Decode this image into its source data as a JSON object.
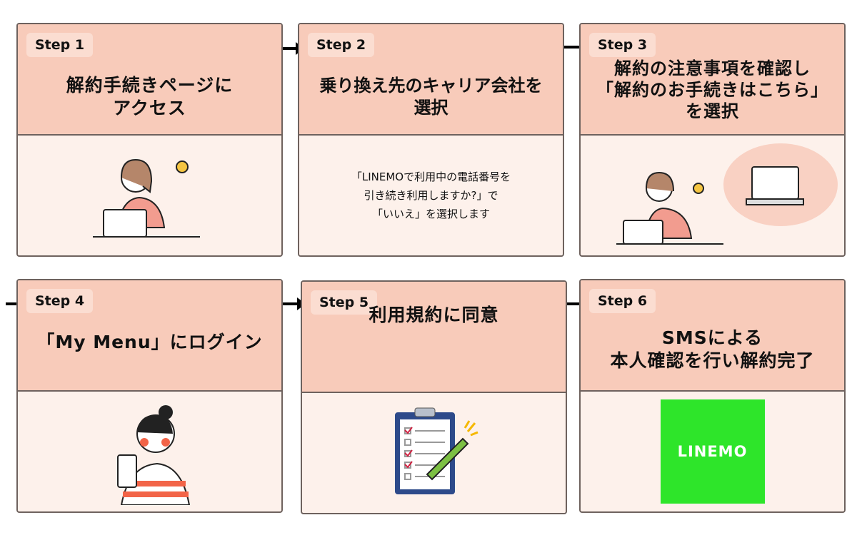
{
  "steps": [
    {
      "label": "Step 1",
      "title": "解約手続きページに\nアクセス"
    },
    {
      "label": "Step 2",
      "title": "乗り換え先のキャリア会社を\n選択",
      "body": "「LINEMOで利用中の電話番号を\n引き続き利用しますか?」で\n「いいえ」を選択します"
    },
    {
      "label": "Step 3",
      "title": "解約の注意事項を確認し\n「解約のお手続きはこちら」\nを選択"
    },
    {
      "label": "Step 4",
      "title": "「My Menu」にログイン"
    },
    {
      "label": "Step 5",
      "title": "利用規約に同意"
    },
    {
      "label": "Step 6",
      "title": "SMSによる\n本人確認を行い解約完了",
      "logo": "LINEMO"
    }
  ],
  "colors": {
    "header": "#f8cbba",
    "body": "#fdf1eb",
    "border": "#6e625e",
    "logo": "#2ee52a"
  }
}
